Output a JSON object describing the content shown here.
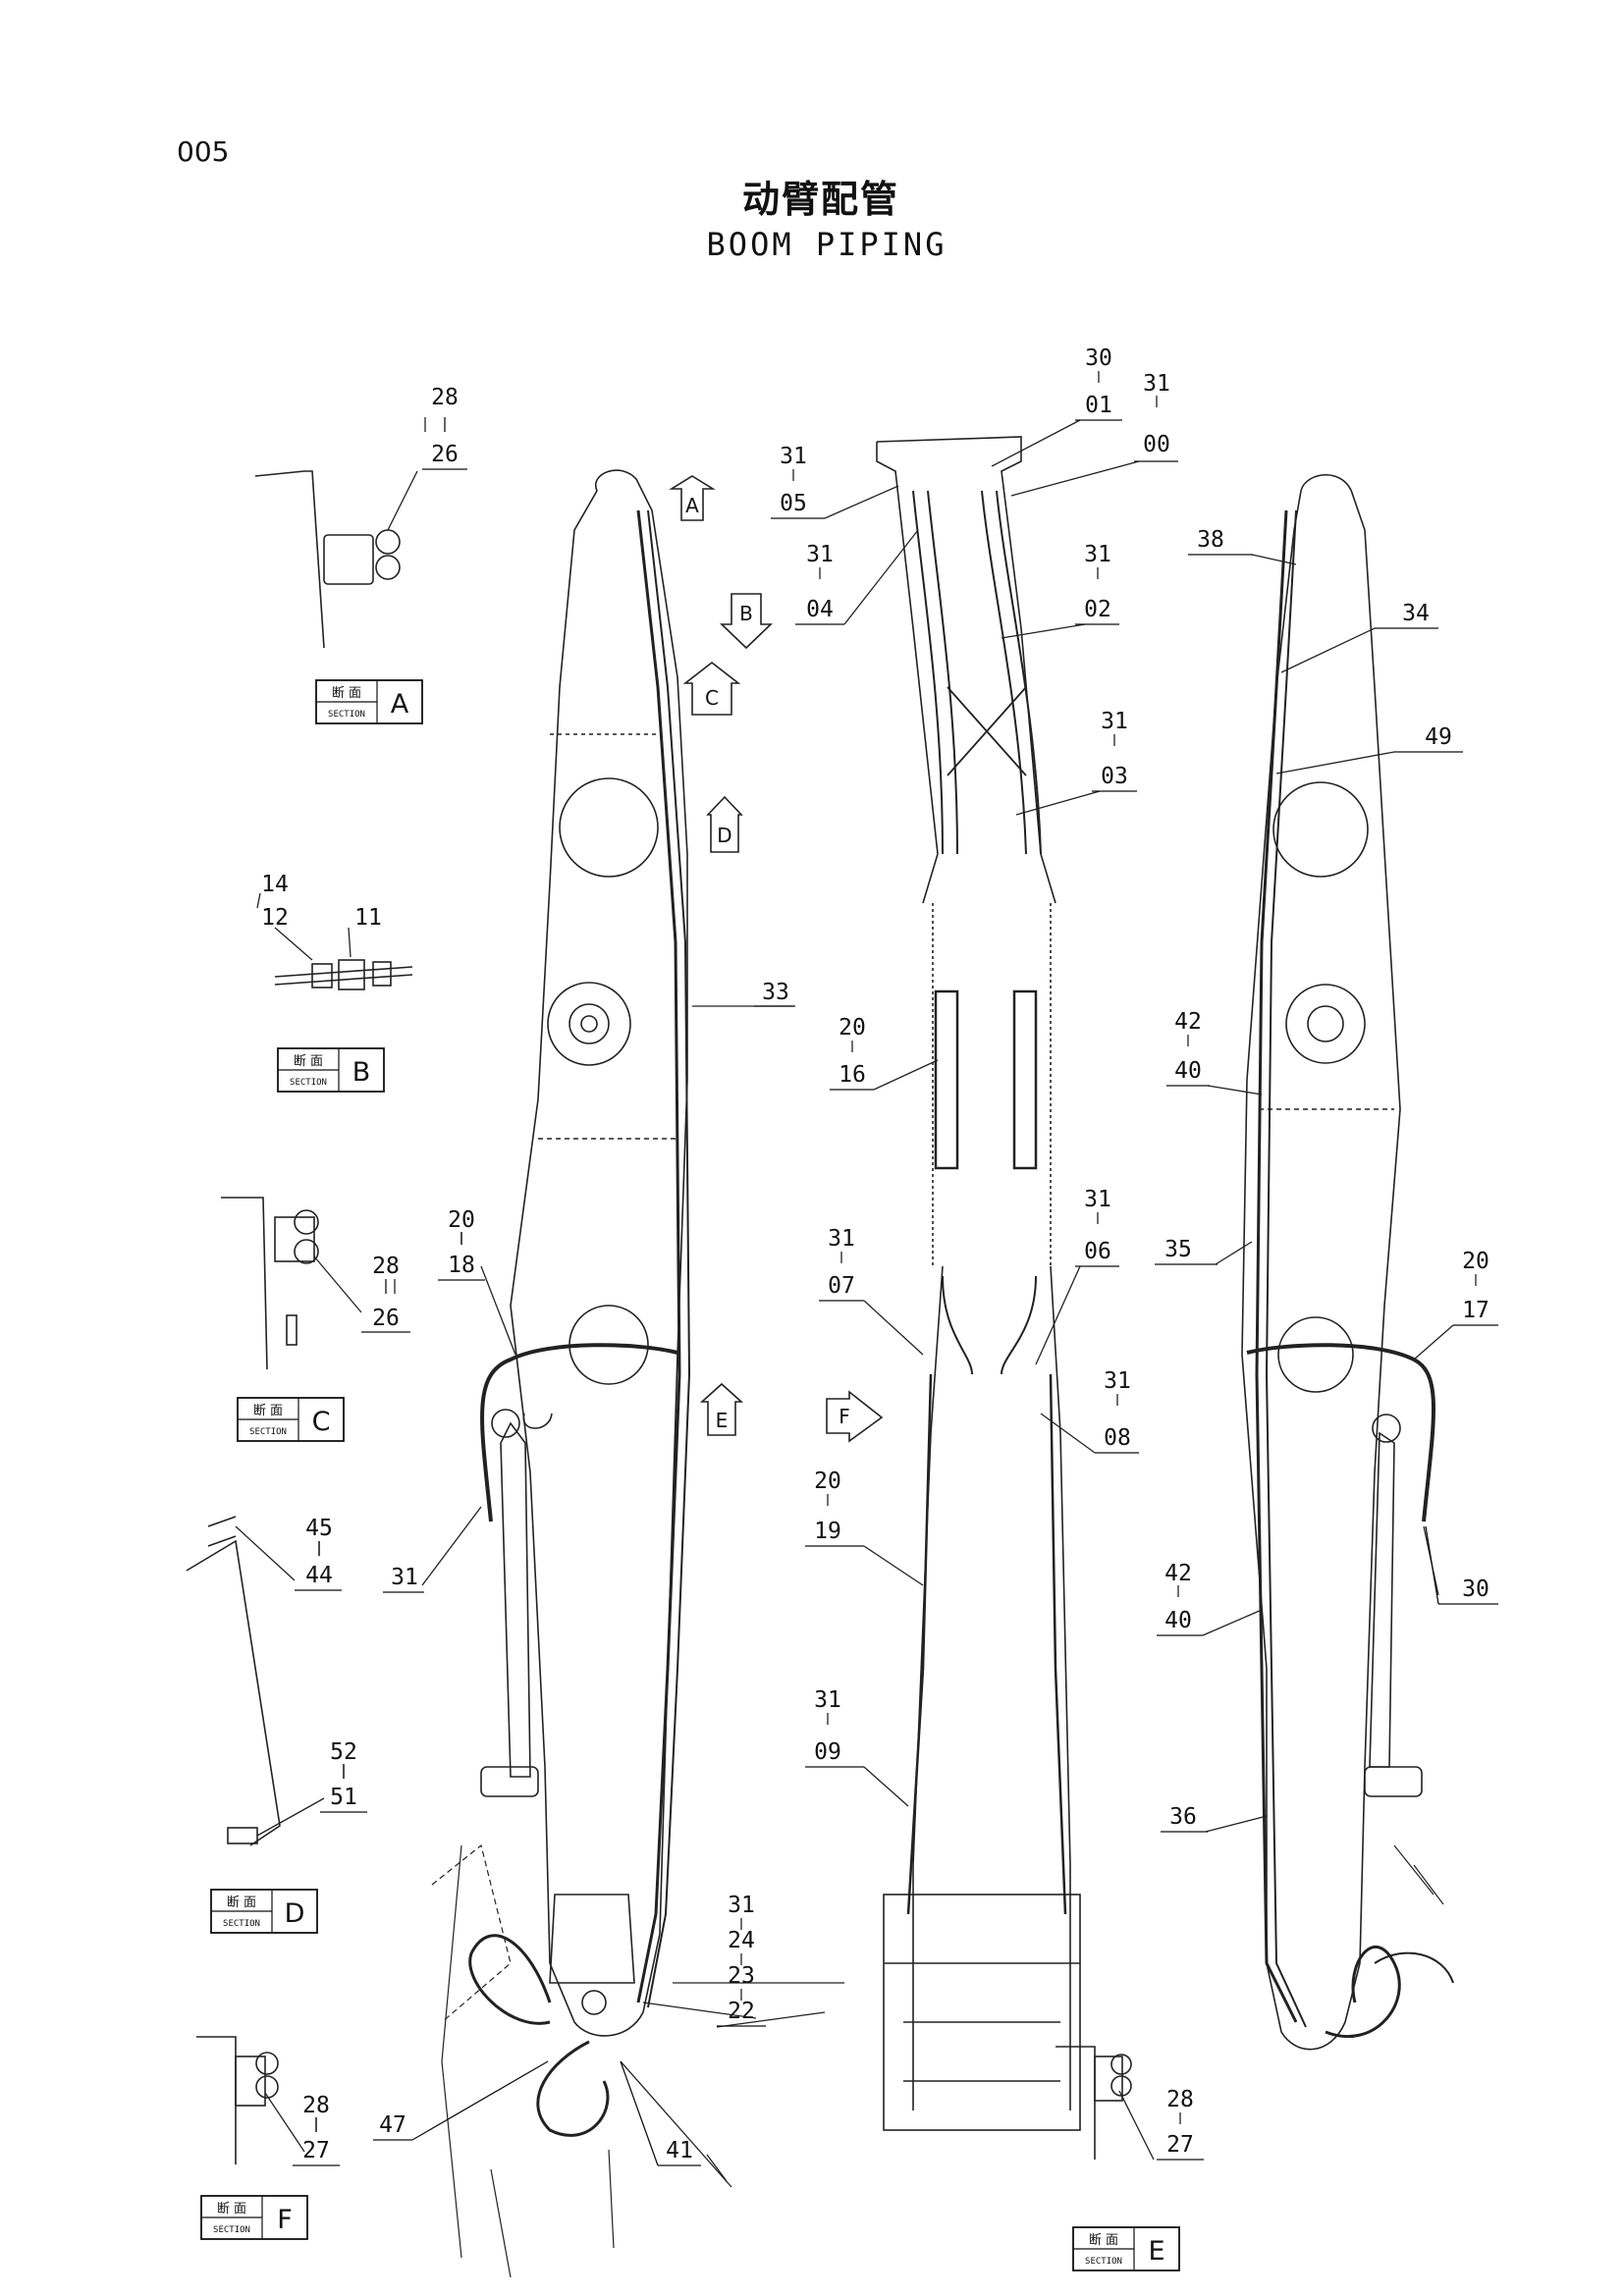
{
  "header": {
    "page_number": "005",
    "title_zh": "动臂配管",
    "title_en": "BOOM PIPING"
  },
  "section_boxes": [
    {
      "zh": "断 面",
      "en": "SECTION",
      "letter": "A"
    },
    {
      "zh": "断 面",
      "en": "SECTION",
      "letter": "B"
    },
    {
      "zh": "断 面",
      "en": "SECTION",
      "letter": "C"
    },
    {
      "zh": "断 面",
      "en": "SECTION",
      "letter": "D"
    },
    {
      "zh": "断 面",
      "en": "SECTION",
      "letter": "F"
    },
    {
      "zh": "断 面",
      "en": "SECTION",
      "letter": "E"
    }
  ],
  "view_arrows": [
    "A",
    "B",
    "C",
    "D",
    "E",
    "F"
  ],
  "callouts": [
    {
      "top": "28",
      "bottom": "26"
    },
    {
      "top": "14",
      "mid": "12",
      "bottom": "11"
    },
    {
      "top": "28",
      "bottom": "26"
    },
    {
      "top": "45",
      "bottom": "44"
    },
    {
      "top": "52",
      "bottom": "51"
    },
    {
      "top": "28",
      "bottom": "27"
    },
    {
      "top": "20",
      "bottom": "18"
    },
    {
      "single": "31"
    },
    {
      "single": "33"
    },
    {
      "single": "47"
    },
    {
      "single": "41"
    },
    {
      "top": "31",
      "m1": "24",
      "m2": "23",
      "bottom": "22"
    },
    {
      "top": "30",
      "bottom": "01"
    },
    {
      "top": "31",
      "bottom": "00"
    },
    {
      "top": "31",
      "bottom": "05"
    },
    {
      "top": "31",
      "bottom": "04"
    },
    {
      "top": "31",
      "bottom": "02"
    },
    {
      "top": "31",
      "bottom": "03"
    },
    {
      "top": "20",
      "bottom": "16"
    },
    {
      "top": "31",
      "bottom": "07"
    },
    {
      "top": "31",
      "bottom": "06"
    },
    {
      "top": "31",
      "bottom": "08"
    },
    {
      "top": "20",
      "bottom": "19"
    },
    {
      "top": "31",
      "bottom": "09"
    },
    {
      "top": "28",
      "bottom": "27"
    },
    {
      "single": "38"
    },
    {
      "single": "34"
    },
    {
      "single": "49"
    },
    {
      "top": "42",
      "bottom": "40"
    },
    {
      "single": "35"
    },
    {
      "top": "20",
      "bottom": "17"
    },
    {
      "single": "30"
    },
    {
      "top": "42",
      "bottom": "40"
    },
    {
      "single": "36"
    }
  ]
}
